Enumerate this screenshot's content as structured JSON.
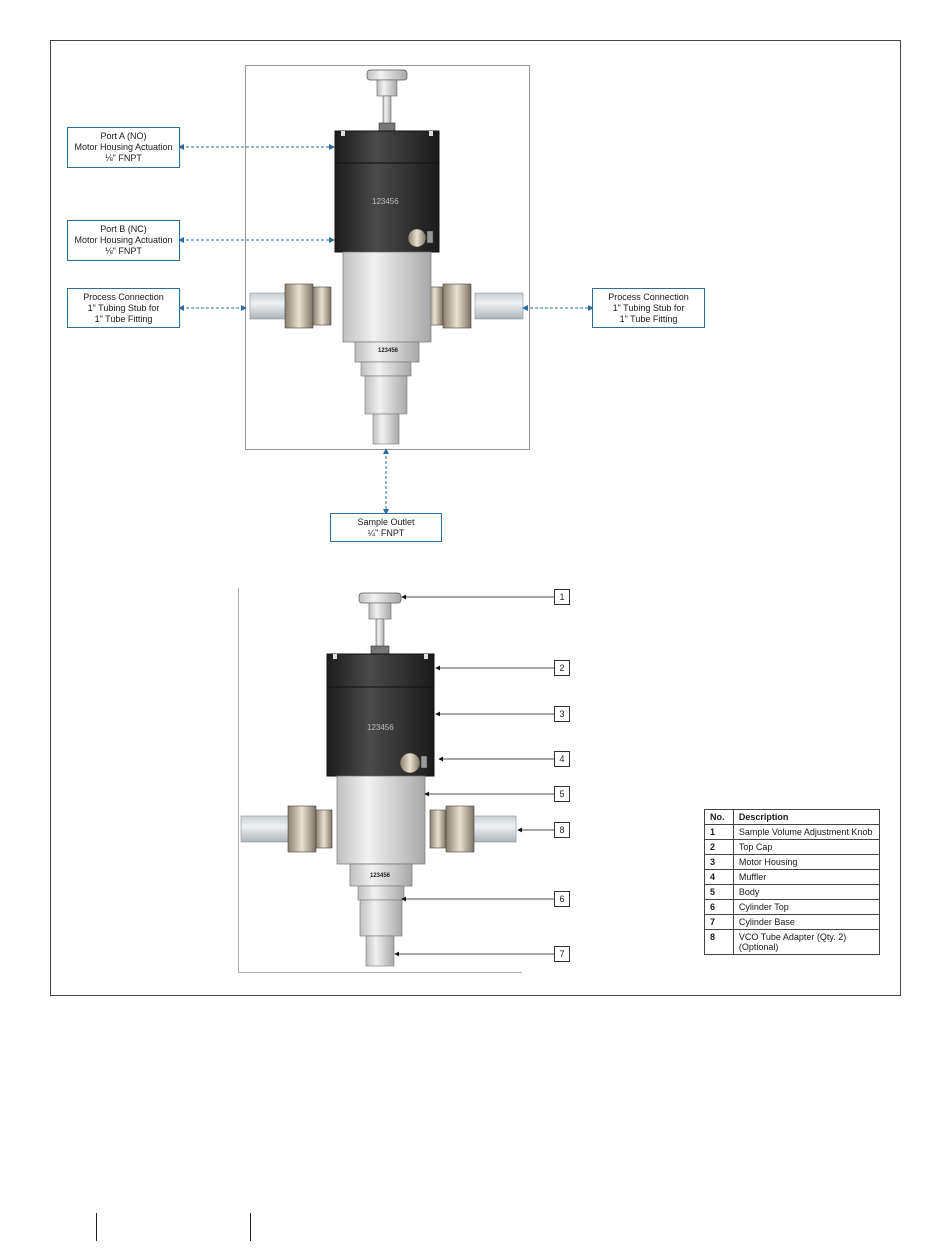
{
  "callouts": {
    "port_a": [
      "Port A (NO)",
      "Motor Housing Actuation",
      "⅛\" FNPT"
    ],
    "port_b": [
      "Port B (NC)",
      "Motor Housing Actuation",
      "⅛\" FNPT"
    ],
    "process_left": [
      "Process Connection",
      "1\" Tubing Stub for",
      "1\" Tube Fitting"
    ],
    "process_right": [
      "Process Connection",
      "1\" Tubing Stub for",
      "1\" Tube Fitting"
    ],
    "sample_outlet": [
      "Sample Outlet",
      "¼\" FNPT"
    ]
  },
  "part_marking": "123456",
  "item_numbers": [
    "1",
    "2",
    "3",
    "4",
    "5",
    "6",
    "7",
    "8"
  ],
  "parts_table": {
    "headers": [
      "No.",
      "Description"
    ],
    "rows": [
      {
        "no": "1",
        "desc": "Sample Volume Adjustment Knob"
      },
      {
        "no": "2",
        "desc": "Top Cap"
      },
      {
        "no": "3",
        "desc": "Motor Housing"
      },
      {
        "no": "4",
        "desc": "Muffler"
      },
      {
        "no": "5",
        "desc": "Body"
      },
      {
        "no": "6",
        "desc": "Cylinder Top"
      },
      {
        "no": "7",
        "desc": "Cylinder Base"
      },
      {
        "no": "8",
        "desc": "VCO Tube Adapter (Qty. 2) (Optional)"
      }
    ]
  },
  "colors": {
    "callout_blue": "#2b6ea3",
    "housing": "#2a2a2a",
    "metal": "#d9d9d9"
  }
}
